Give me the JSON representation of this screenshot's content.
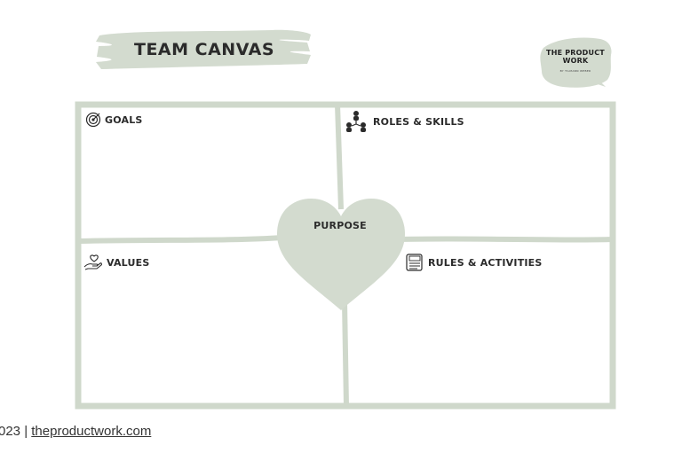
{
  "title": "TEAM CANVAS",
  "logo": {
    "line1": "THE PRODUCT",
    "line2": "WORK",
    "subtitle": "BY TILMANN WEBER"
  },
  "sections": {
    "goals": {
      "label": "GOALS",
      "icon": "target-icon"
    },
    "roles": {
      "label": "ROLES & SKILLS",
      "icon": "people-network-icon"
    },
    "values": {
      "label": "VALUES",
      "icon": "hand-heart-icon"
    },
    "rules": {
      "label": "RULES & ACTIVITIES",
      "icon": "notebook-icon"
    },
    "purpose": {
      "label": "PURPOSE",
      "icon": "heart-shape"
    }
  },
  "footer": {
    "prefix": "023 | ",
    "link_text": "theproductwork.com"
  },
  "colors": {
    "sage": "#d3dbcf",
    "frame": "#cfd8cb",
    "text": "#2b2b2b"
  }
}
